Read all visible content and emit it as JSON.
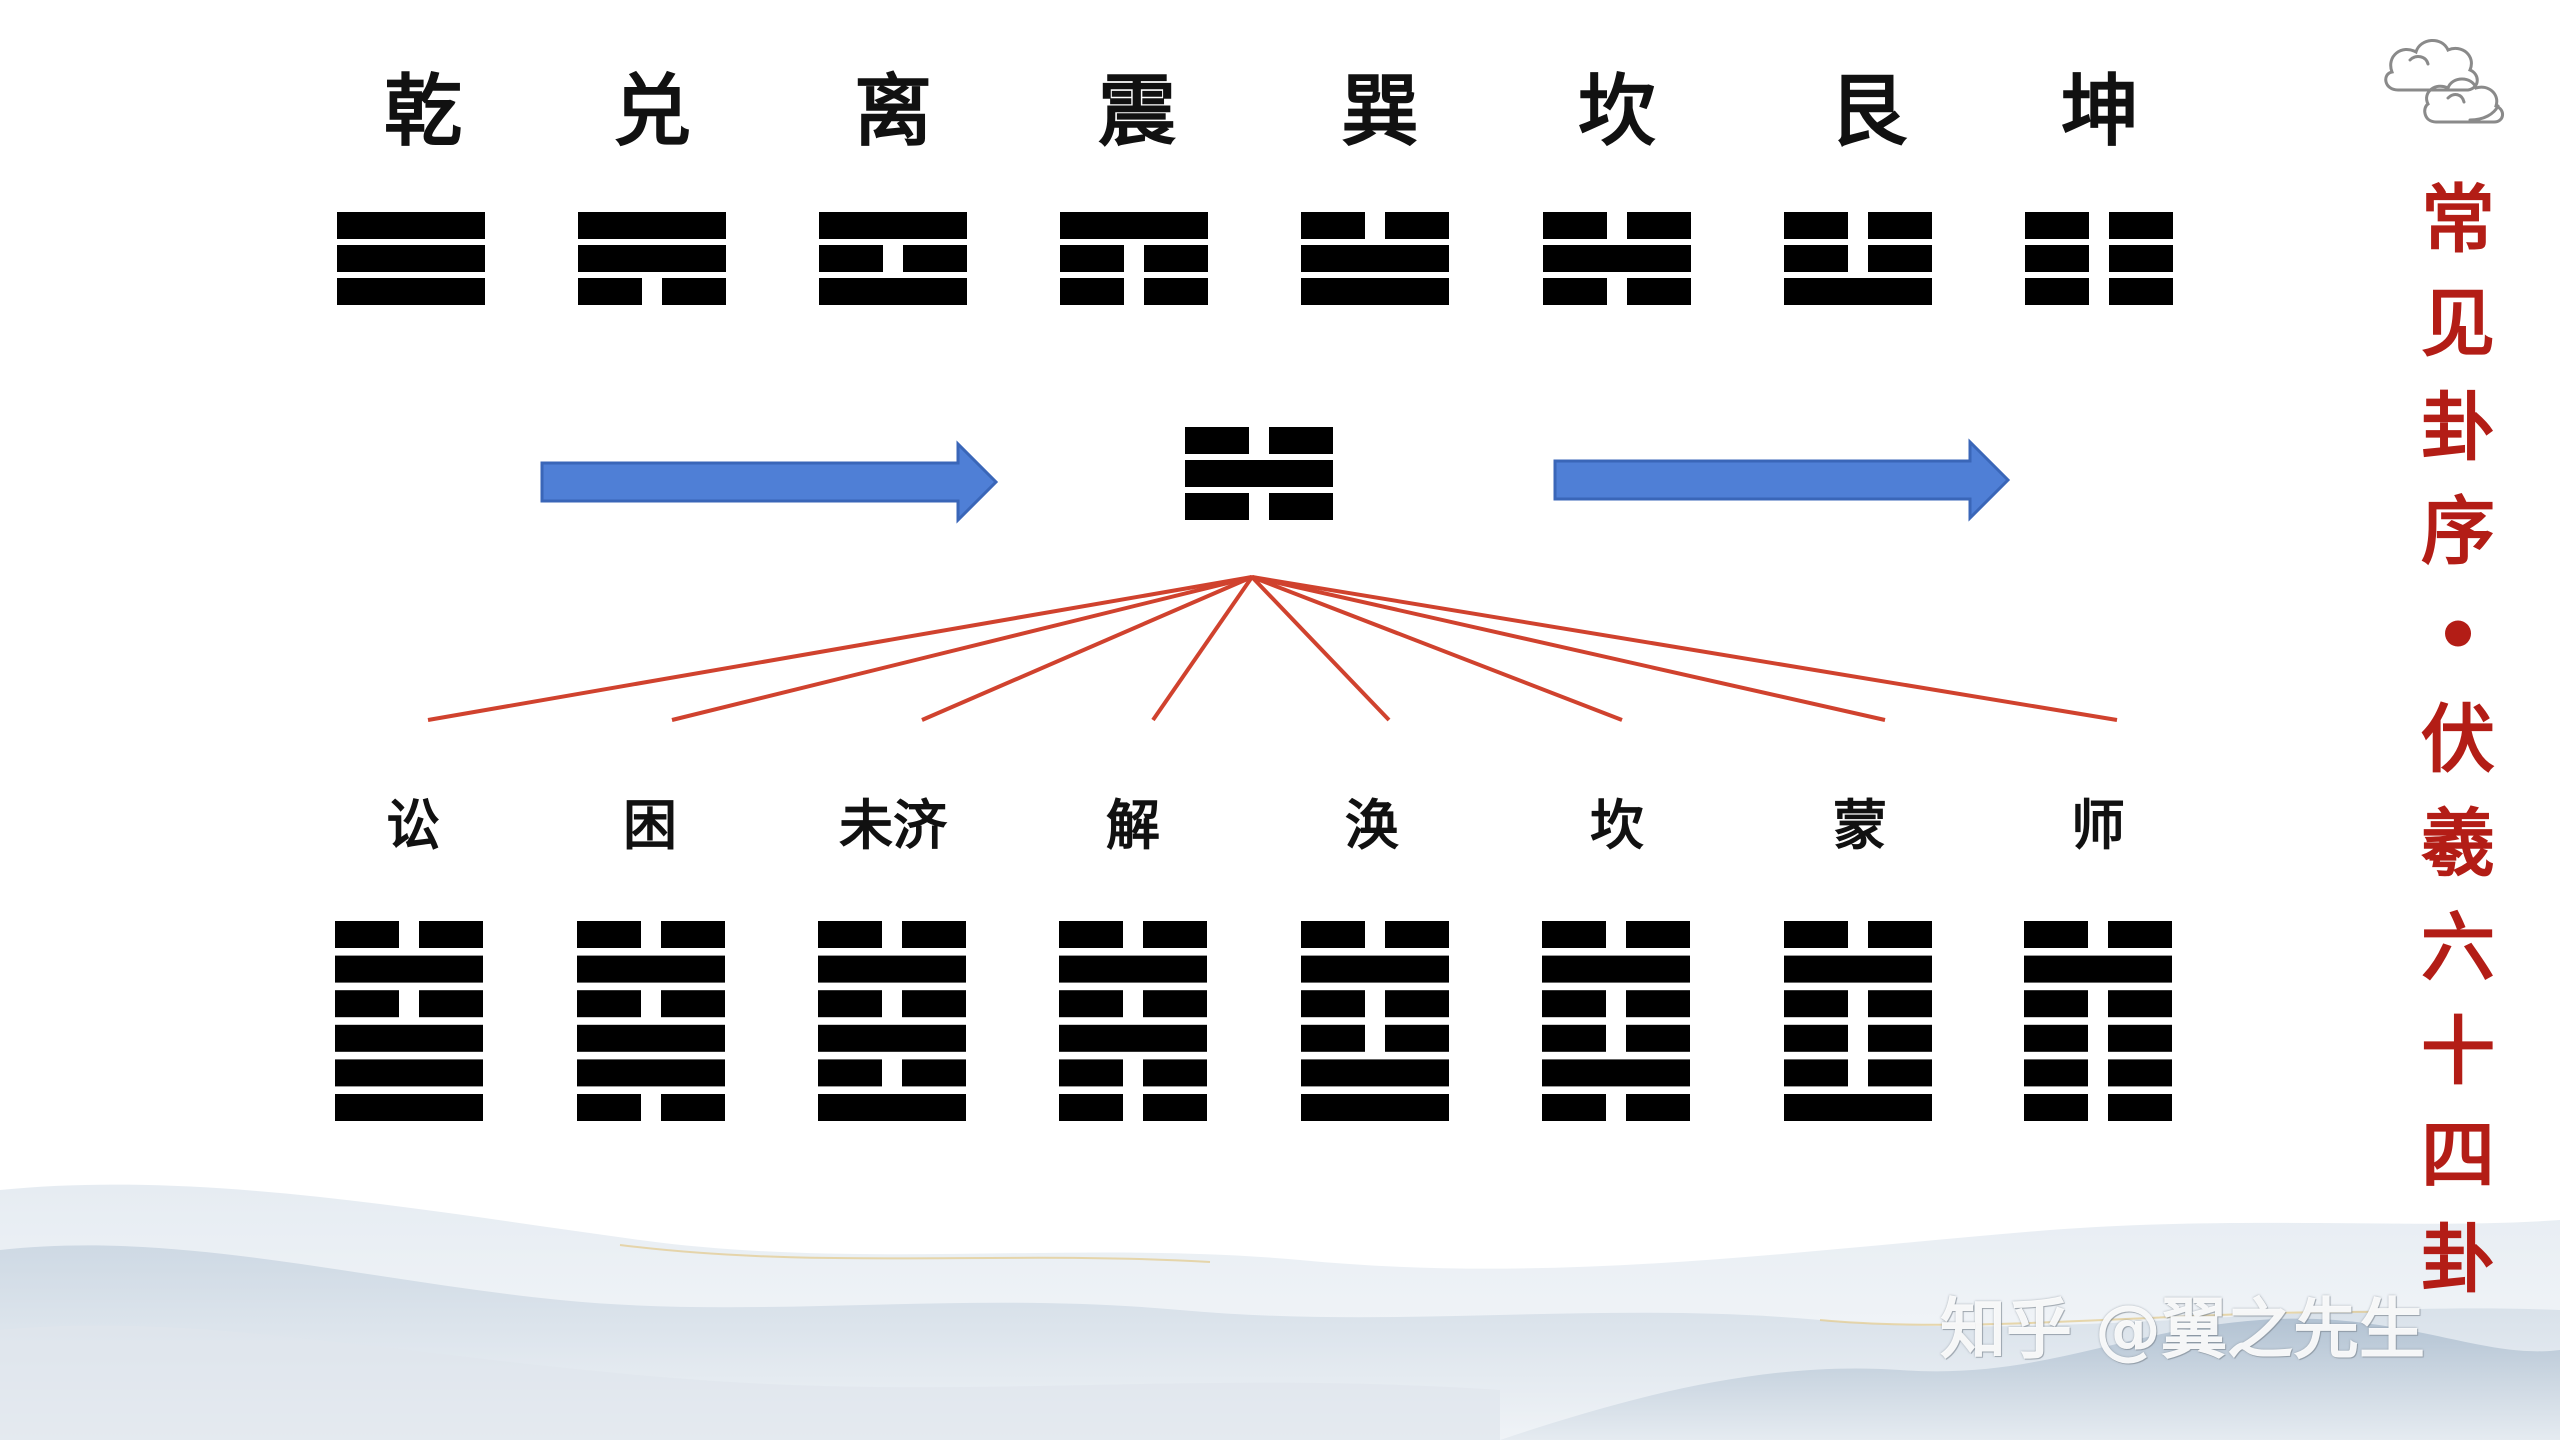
{
  "trigrams": [
    {
      "name": "乾",
      "lines": [
        1,
        1,
        1
      ]
    },
    {
      "name": "兑",
      "lines": [
        0,
        1,
        1
      ]
    },
    {
      "name": "离",
      "lines": [
        1,
        0,
        1
      ]
    },
    {
      "name": "震",
      "lines": [
        0,
        0,
        1
      ]
    },
    {
      "name": "巽",
      "lines": [
        1,
        1,
        0
      ]
    },
    {
      "name": "坎",
      "lines": [
        0,
        1,
        0
      ]
    },
    {
      "name": "艮",
      "lines": [
        1,
        0,
        0
      ]
    },
    {
      "name": "坤",
      "lines": [
        0,
        0,
        0
      ]
    }
  ],
  "center_trigram": {
    "lines": [
      0,
      1,
      0
    ]
  },
  "hexagrams": [
    {
      "name": "讼",
      "lines": [
        1,
        1,
        1,
        0,
        1,
        0
      ]
    },
    {
      "name": "困",
      "lines": [
        0,
        1,
        1,
        0,
        1,
        0
      ]
    },
    {
      "name": "未济",
      "lines": [
        1,
        0,
        1,
        0,
        1,
        0
      ]
    },
    {
      "name": "解",
      "lines": [
        0,
        0,
        1,
        0,
        1,
        0
      ]
    },
    {
      "name": "涣",
      "lines": [
        1,
        1,
        0,
        0,
        1,
        0
      ]
    },
    {
      "name": "坎",
      "lines": [
        0,
        1,
        0,
        0,
        1,
        0
      ]
    },
    {
      "name": "蒙",
      "lines": [
        1,
        0,
        0,
        0,
        1,
        0
      ]
    },
    {
      "name": "师",
      "lines": [
        0,
        0,
        0,
        0,
        1,
        0
      ]
    }
  ],
  "side_title": [
    "常",
    "见",
    "卦",
    "序",
    "•",
    "伏",
    "羲",
    "六",
    "十",
    "四",
    "卦"
  ],
  "watermark": "知乎 @翼之先生",
  "colors": {
    "line": "#000000",
    "arrow": "#4f7fd6",
    "arrow_stroke": "#3a66b8",
    "connector": "#d0422e",
    "title": "#b31d16"
  },
  "icons": [
    "cloud-icon"
  ]
}
